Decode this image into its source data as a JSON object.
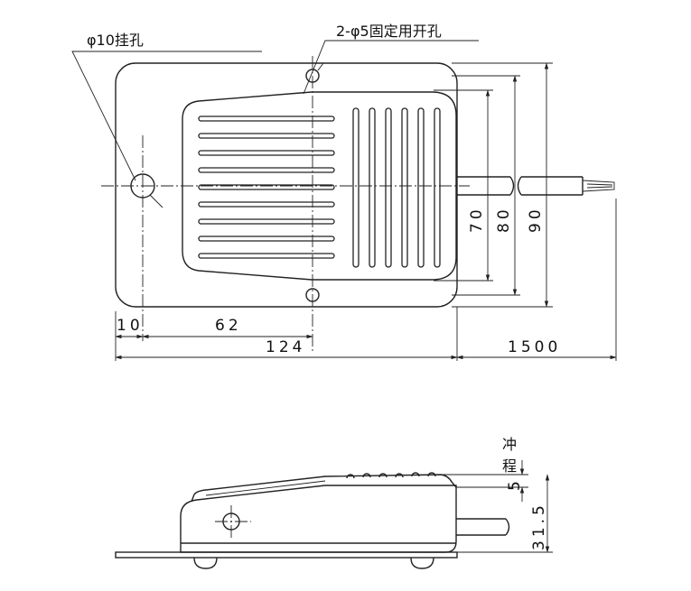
{
  "labels": {
    "hang_hole": "φ10挂孔",
    "fix_holes": "2-φ5固定用开孔",
    "stroke_line1": "冲",
    "stroke_line2": "程"
  },
  "dimensions": {
    "d10": "10",
    "d62": "62",
    "d124": "124",
    "d1500": "1500",
    "d70": "70",
    "d80": "80",
    "d90": "90",
    "d5": "5",
    "d31_5": "31.5"
  }
}
